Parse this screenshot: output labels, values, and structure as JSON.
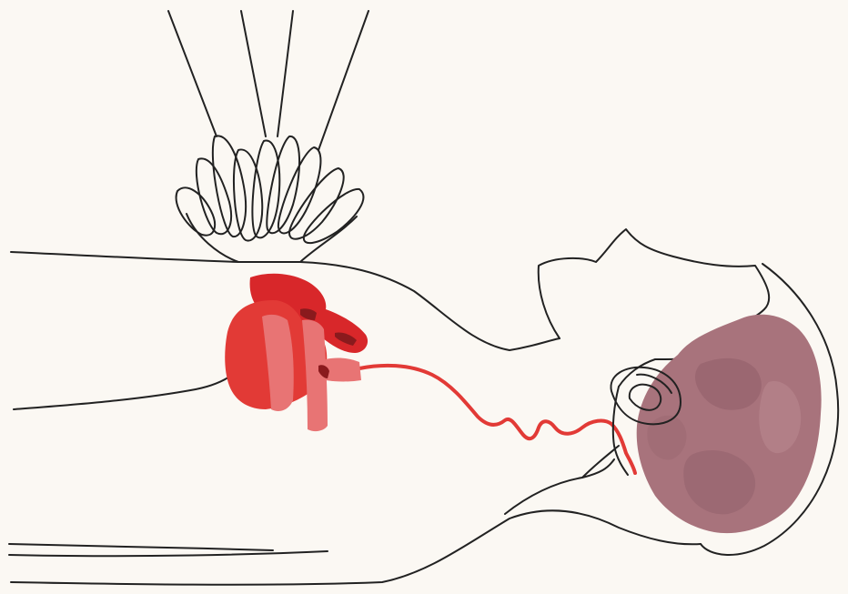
{
  "diagram": {
    "colors": {
      "background": "#fbf8f3",
      "outline": "#222222",
      "heart_dark": "#d8272a",
      "heart_main": "#e23a36",
      "aorta": "#e87474",
      "artery": "#e23a36",
      "brain": "#a8737c",
      "brain_shade": "#8f5d68"
    },
    "parts": [
      "arms",
      "hands",
      "torso",
      "heart",
      "carotid-artery",
      "head",
      "ear",
      "brain"
    ]
  }
}
